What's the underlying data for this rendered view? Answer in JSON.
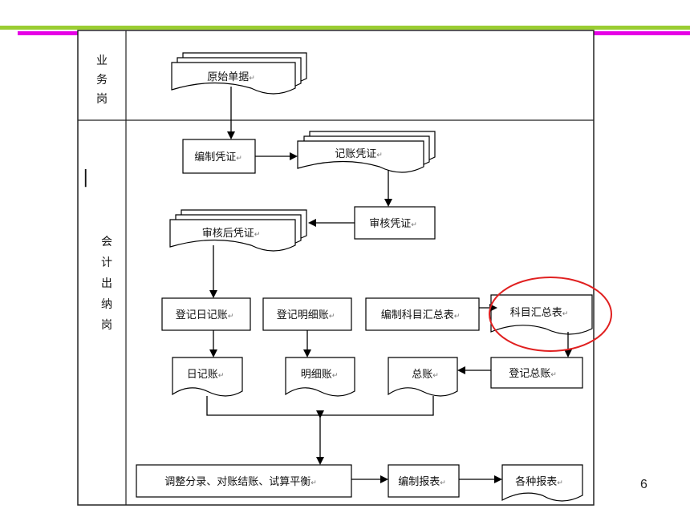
{
  "colors": {
    "accent_green": "#9ACD32",
    "accent_magenta": "#E600E6",
    "highlight_circle": "#E02020"
  },
  "page_number": "6",
  "lanes": {
    "business": "业务岗",
    "accounting": "会计出纳岗"
  },
  "lane_mark": "|",
  "nodes": {
    "original_docs": "原始单据",
    "prepare_voucher": "编制凭证",
    "bookkeeping_voucher": "记账凭证",
    "audit_voucher": "审核凭证",
    "audited_voucher": "审核后凭证",
    "post_journal": "登记日记账",
    "post_detail": "登记明细账",
    "prepare_summary": "编制科目汇总表",
    "account_summary": "科目汇总表",
    "journal": "日记账",
    "detail_ledger": "明细账",
    "general_ledger": "总账",
    "post_general": "登记总账",
    "adjust": "调整分录、对账结账、试算平衡",
    "prepare_reports": "编制报表",
    "reports": "各种报表"
  },
  "return_mark": "↵"
}
